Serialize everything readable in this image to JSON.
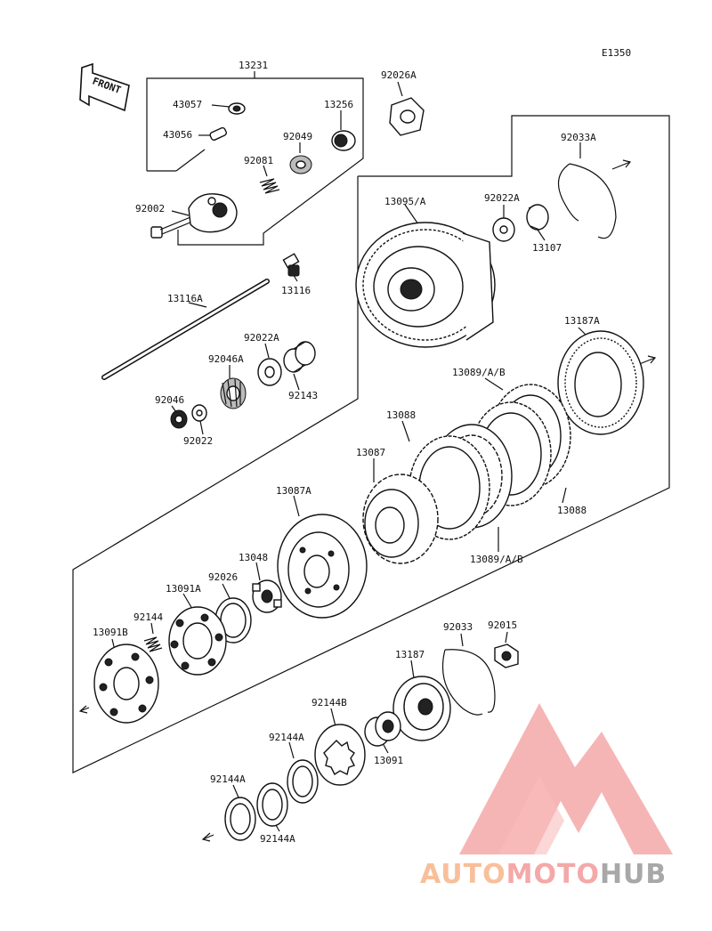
{
  "diagram_code": "E1350",
  "front_label": "FRONT",
  "labels": {
    "p13231": "13231",
    "p43057": "43057",
    "p43056": "43056",
    "p92049": "92049",
    "p13256": "13256",
    "p92081": "92081",
    "p92002": "92002",
    "p92026A": "92026A",
    "p13095A": "13095/A",
    "p92022A_top": "92022A",
    "p92033A": "92033A",
    "p13107": "13107",
    "p13116": "13116",
    "p13116A": "13116A",
    "p92022A_mid": "92022A",
    "p92046A": "92046A",
    "p92143": "92143",
    "p92046": "92046",
    "p92022": "92022",
    "p13187A": "13187A",
    "p13089AB_top": "13089/A/B",
    "p13088_top": "13088",
    "p13087": "13087",
    "p13088_bot": "13088",
    "p13089AB_bot": "13089/A/B",
    "p13087A": "13087A",
    "p13048": "13048",
    "p92026": "92026",
    "p13091A": "13091A",
    "p92144": "92144",
    "p13091B": "13091B",
    "p92033": "92033",
    "p92015": "92015",
    "p13187": "13187",
    "p92144B": "92144B",
    "p92144A_1": "92144A",
    "p13091": "13091",
    "p92144A_2": "92144A",
    "p92144A_3": "92144A"
  },
  "watermark": {
    "part1": "AUTO",
    "part2": "MOTO",
    "part3": "HUB",
    "color_orange": "#f7b58a",
    "color_red": "#f39a9a",
    "color_grey": "#9a9a9a"
  }
}
